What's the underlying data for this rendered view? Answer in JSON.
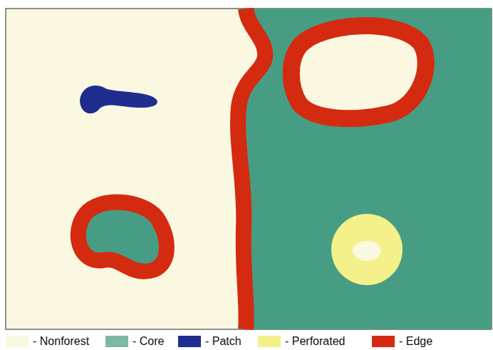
{
  "diagram": {
    "legend": [
      {
        "text": "- Nonforest",
        "color": "#fbf8e2"
      },
      {
        "text": "- Core",
        "color": "#7cb8a5"
      },
      {
        "text": "- Patch",
        "color": "#1f2d8f"
      },
      {
        "text": "- Perforated",
        "color": "#f4f08a"
      },
      {
        "text": "- Edge",
        "color": "#d42a10"
      }
    ]
  }
}
